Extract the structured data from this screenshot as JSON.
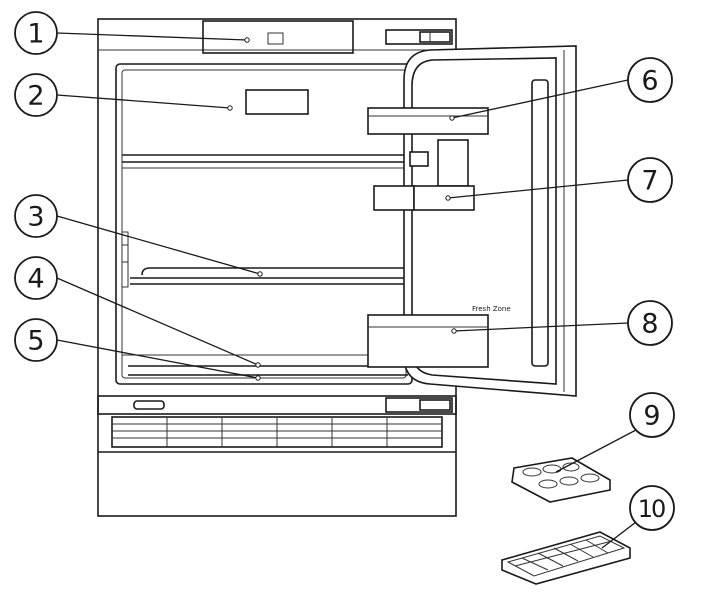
{
  "callouts": [
    {
      "id": "1",
      "label": "1"
    },
    {
      "id": "2",
      "label": "2"
    },
    {
      "id": "3",
      "label": "3"
    },
    {
      "id": "4",
      "label": "4"
    },
    {
      "id": "5",
      "label": "5"
    },
    {
      "id": "6",
      "label": "6"
    },
    {
      "id": "7",
      "label": "7"
    },
    {
      "id": "8",
      "label": "8"
    },
    {
      "id": "9",
      "label": "9"
    },
    {
      "id": "10",
      "label": "10"
    }
  ],
  "door_shelf_label": "Fresh Zone"
}
